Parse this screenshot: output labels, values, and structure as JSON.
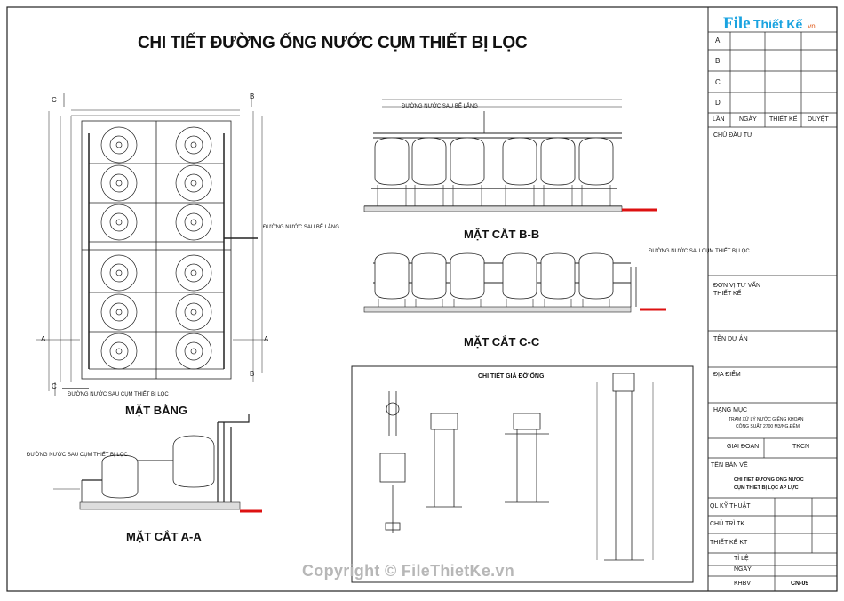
{
  "sheet": {
    "title": "CHI TIẾT ĐƯỜNG ỐNG NƯỚC CỤM THIẾT BỊ LỌC",
    "views": {
      "plan": "MẶT BẰNG",
      "section_aa": "MẶT CẮT A-A",
      "section_bb": "MẶT CẮT B-B",
      "section_cc": "MẶT CẮT C-C",
      "pipe_support": "CHI TIẾT GIÁ ĐỠ ỐNG"
    },
    "annotations": {
      "after_settling": "ĐƯỜNG NƯỚC SAU BỂ LẮNG",
      "after_filter": "ĐƯỜNG NƯỚC SAU CỤM THIẾT BỊ LỌC"
    },
    "section_marks": [
      "A",
      "B",
      "C"
    ]
  },
  "logo": {
    "file": "File",
    "name": "Thiết Kế",
    "domain": ".vn"
  },
  "title_block": {
    "revisions": [
      "A",
      "B",
      "C",
      "D"
    ],
    "rev_headers": [
      "LẦN",
      "NGÀY",
      "THIẾT KẾ",
      "DUYỆT"
    ],
    "owner": "CHỦ ĐẦU TƯ",
    "consultant": "ĐƠN VỊ TƯ VẤN",
    "consultant_sub": "THIẾT KẾ",
    "project": "TÊN DỰ ÁN",
    "location": "ĐỊA ĐIỂM",
    "item": "HẠNG MỤC",
    "item_line1": "TRẠM XỬ LÝ NƯỚC GIẾNG KHOAN",
    "item_line2": "CÔNG SUẤT 2700 M3/NG.ĐÊM",
    "stage": "GIAI ĐOẠN",
    "stage_value": "TKCN",
    "drawing_name": "TÊN BẢN VẼ",
    "drawing_line1": "CHI TIẾT ĐƯỜNG ỐNG NƯỚC",
    "drawing_line2": "CỤM THIẾT BỊ LỌC ÁP LỰC",
    "qa": "QL KỸ THUẬT",
    "chief": "CHỦ TRÌ TK",
    "designer": "THIẾT KẾ KT",
    "scale": "TỈ LỆ",
    "date": "NGÀY",
    "code_label": "KHBV",
    "code": "CN-09"
  },
  "watermark": "Copyright © FileThietKe.vn"
}
